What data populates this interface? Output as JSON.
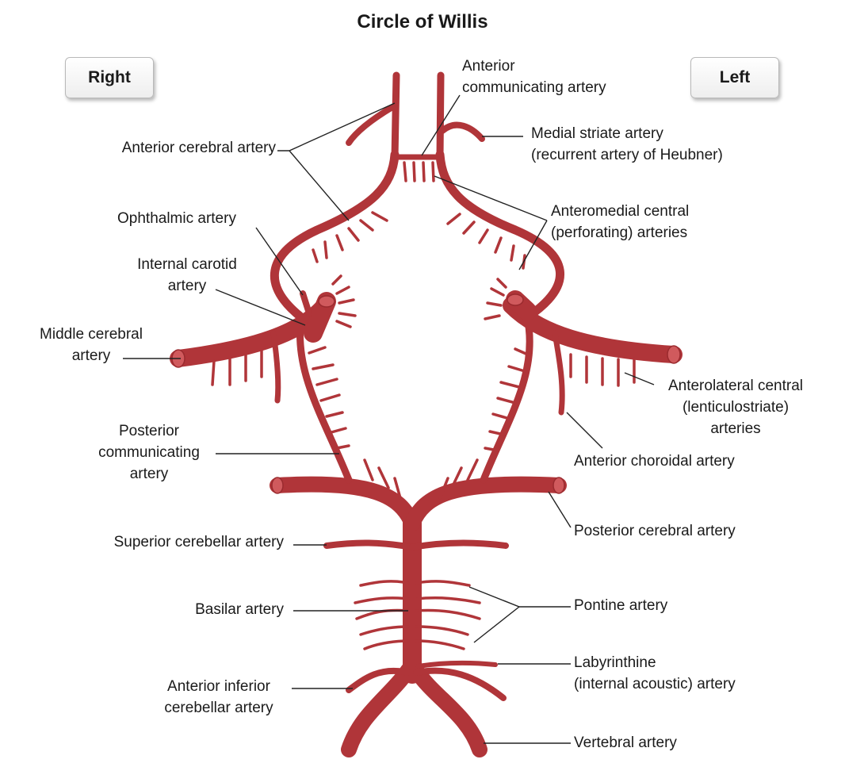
{
  "title": "Circle of Willis",
  "buttons": {
    "right": "Right",
    "left": "Left"
  },
  "labels": {
    "anterior_communicating": [
      "Anterior",
      "communicating artery"
    ],
    "anterior_cerebral": [
      "Anterior cerebral artery"
    ],
    "medial_striate": [
      "Medial striate artery",
      "(recurrent artery of Heubner)"
    ],
    "anteromedial_central": [
      "Anteromedial central",
      "(perforating) arteries"
    ],
    "ophthalmic": [
      "Ophthalmic artery"
    ],
    "internal_carotid": [
      "Internal carotid",
      "artery"
    ],
    "middle_cerebral": [
      "Middle cerebral",
      "artery"
    ],
    "anterolateral_central": [
      "Anterolateral central",
      "(lenticulostriate)",
      "arteries"
    ],
    "anterior_choroidal": [
      "Anterior choroidal artery"
    ],
    "posterior_communicating": [
      "Posterior",
      "communicating",
      "artery"
    ],
    "posterior_cerebral": [
      "Posterior cerebral artery"
    ],
    "superior_cerebellar": [
      "Superior cerebellar artery"
    ],
    "basilar": [
      "Basilar artery"
    ],
    "pontine": [
      "Pontine artery"
    ],
    "labyrinthine": [
      "Labyrinthine",
      "(internal acoustic) artery"
    ],
    "anterior_inferior_cerebellar": [
      "Anterior inferior",
      "cerebellar artery"
    ],
    "vertebral": [
      "Vertebral artery"
    ]
  },
  "colors": {
    "artery": "#b8383b",
    "artery_dark": "#8e2427",
    "artery_light": "#d8666a",
    "leader": "#222222"
  }
}
